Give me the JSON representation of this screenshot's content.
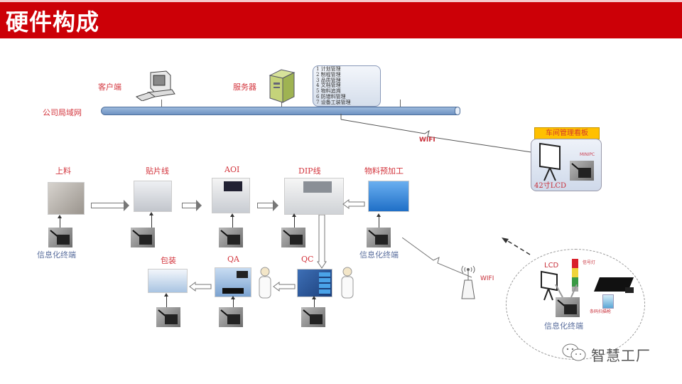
{
  "header": {
    "title": "硬件构成",
    "color": "#cc0007"
  },
  "network": {
    "client_label": "客户端",
    "server_label": "服务器",
    "lan_label": "公司局域网",
    "modules": [
      "1 计划管理",
      "2 制程管理",
      "3 品质管理",
      "4 文档管理",
      "5 物料追溯",
      "6 防错料管理",
      "7 设备工装管理"
    ],
    "wifi_label": "WIFI"
  },
  "board": {
    "title": "车间管理看板",
    "lcd_label": "42寸LCD",
    "minipc_label": "MINIPC"
  },
  "process": {
    "stations_top": [
      {
        "label": "上料"
      },
      {
        "label": "贴片线"
      },
      {
        "label": "AOI"
      },
      {
        "label": "DIP线"
      },
      {
        "label": "物料预加工"
      }
    ],
    "stations_bottom": [
      {
        "label": "包装"
      },
      {
        "label": "QA"
      },
      {
        "label": "QC"
      }
    ],
    "terminal_label": "信息化终端"
  },
  "ap": {
    "wifi_label": "WIFI"
  },
  "terminal_detail": {
    "lcd_label": "LCD",
    "signal_light_label": "信号灯",
    "scanner_label": "条码扫描枪",
    "terminal_label": "信息化终端"
  },
  "watermark": {
    "text": "智慧工厂"
  }
}
